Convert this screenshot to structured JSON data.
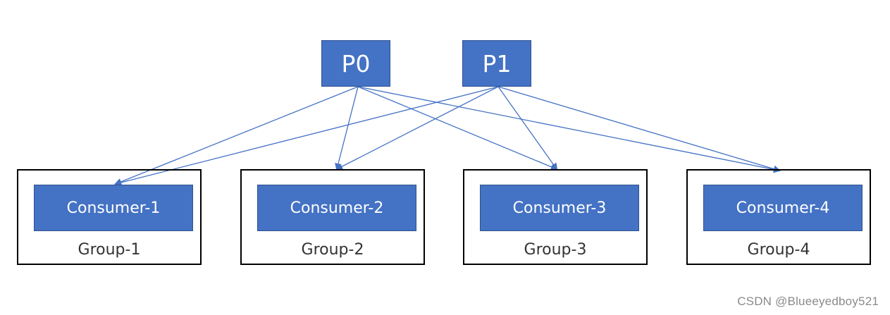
{
  "partitions": [
    {
      "id": "P0",
      "label": "P0"
    },
    {
      "id": "P1",
      "label": "P1"
    }
  ],
  "groups": [
    {
      "id": "g1",
      "consumer": "Consumer-1",
      "label": "Group-1"
    },
    {
      "id": "g2",
      "consumer": "Consumer-2",
      "label": "Group-2"
    },
    {
      "id": "g3",
      "consumer": "Consumer-3",
      "label": "Group-3"
    },
    {
      "id": "g4",
      "consumer": "Consumer-4",
      "label": "Group-4"
    }
  ],
  "edges": [
    {
      "from": "P0",
      "to": "g1"
    },
    {
      "from": "P0",
      "to": "g2"
    },
    {
      "from": "P0",
      "to": "g3"
    },
    {
      "from": "P0",
      "to": "g4"
    },
    {
      "from": "P1",
      "to": "g1"
    },
    {
      "from": "P1",
      "to": "g2"
    },
    {
      "from": "P1",
      "to": "g3"
    },
    {
      "from": "P1",
      "to": "g4"
    }
  ],
  "colors": {
    "box_fill": "#4472c4",
    "box_border": "#2f528f",
    "arrow": "#4472c4",
    "group_border": "#000000"
  },
  "watermark": "CSDN @Blueeyedboy521"
}
